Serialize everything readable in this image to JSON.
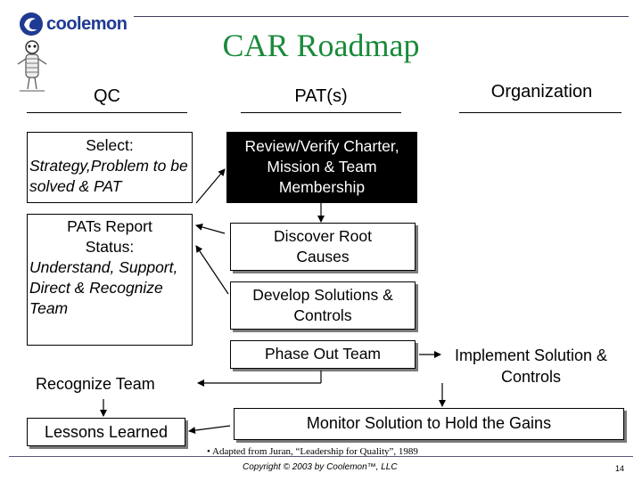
{
  "logo": {
    "text": "coolemon"
  },
  "title": "CAR Roadmap",
  "columns": {
    "qc": "QC",
    "pats": "PAT(s)",
    "org": "Organization"
  },
  "qc": {
    "select_title": "Select:",
    "select_body": "Strategy,Problem to be solved & PAT",
    "report_title": "PATs Report Status:",
    "report_body": "Understand, Support, Direct & Recognize Team",
    "recognize": "Recognize Team",
    "lessons": "Lessons Learned"
  },
  "pats": {
    "review": "Review/Verify Charter, Mission & Team Membership",
    "discover": "Discover Root Causes",
    "develop": "Develop Solutions & Controls",
    "phase_out": "Phase Out Team"
  },
  "org": {
    "implement": "Implement Solution & Controls"
  },
  "monitor": "Monitor Solution to Hold the Gains",
  "footnote": "• Adapted from Juran, “Leadership for Quality”, 1989",
  "copyright": "Copyright © 2003 by Coolemon™, LLC",
  "page_number": "14"
}
